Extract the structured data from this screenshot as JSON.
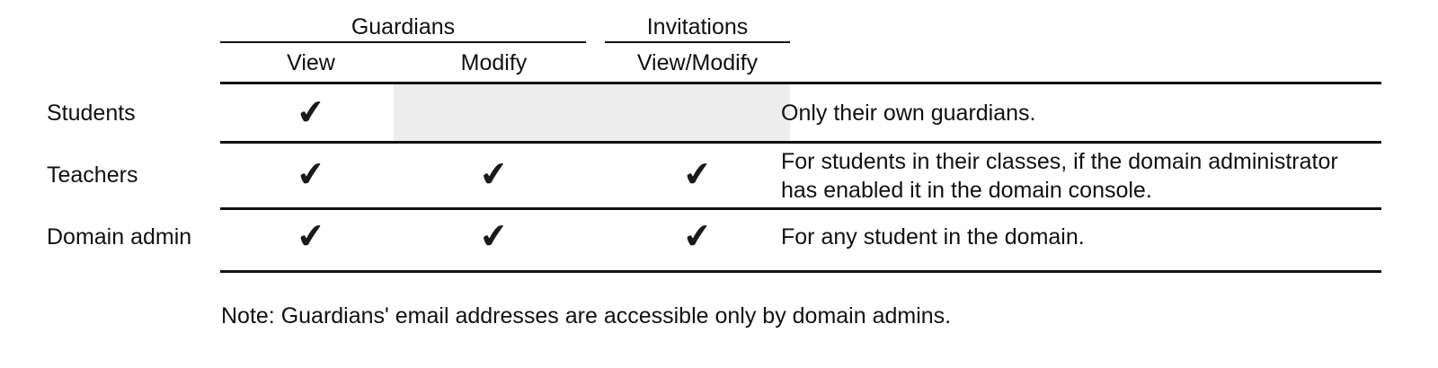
{
  "table": {
    "column_groups": [
      {
        "label": "Guardians",
        "span": 2
      },
      {
        "label": "Invitations",
        "span": 1
      }
    ],
    "columns": [
      {
        "key": "role",
        "header": ""
      },
      {
        "key": "guardians_view",
        "header": "View"
      },
      {
        "key": "guardians_modify",
        "header": "Modify"
      },
      {
        "key": "invitations_view_modify",
        "header": "View/Modify"
      },
      {
        "key": "notes",
        "header": ""
      }
    ],
    "rows": [
      {
        "role": "Students",
        "guardians_view": "check",
        "guardians_modify": "shaded",
        "invitations_view_modify": "shaded",
        "notes": "Only their own guardians."
      },
      {
        "role": "Teachers",
        "guardians_view": "check",
        "guardians_modify": "check",
        "invitations_view_modify": "check",
        "notes": "For students in their classes, if the domain administrator has enabled it in the domain console."
      },
      {
        "role": "Domain admin",
        "guardians_view": "check",
        "guardians_modify": "check",
        "invitations_view_modify": "check",
        "notes": "For any student in the domain."
      }
    ],
    "check_glyph": "✔"
  },
  "footnote": "Note: Guardians' email addresses are accessible only by domain admins.",
  "colors": {
    "text": "#111111",
    "rule": "#111111",
    "shaded_cell": "#ededed",
    "background": "#ffffff"
  }
}
